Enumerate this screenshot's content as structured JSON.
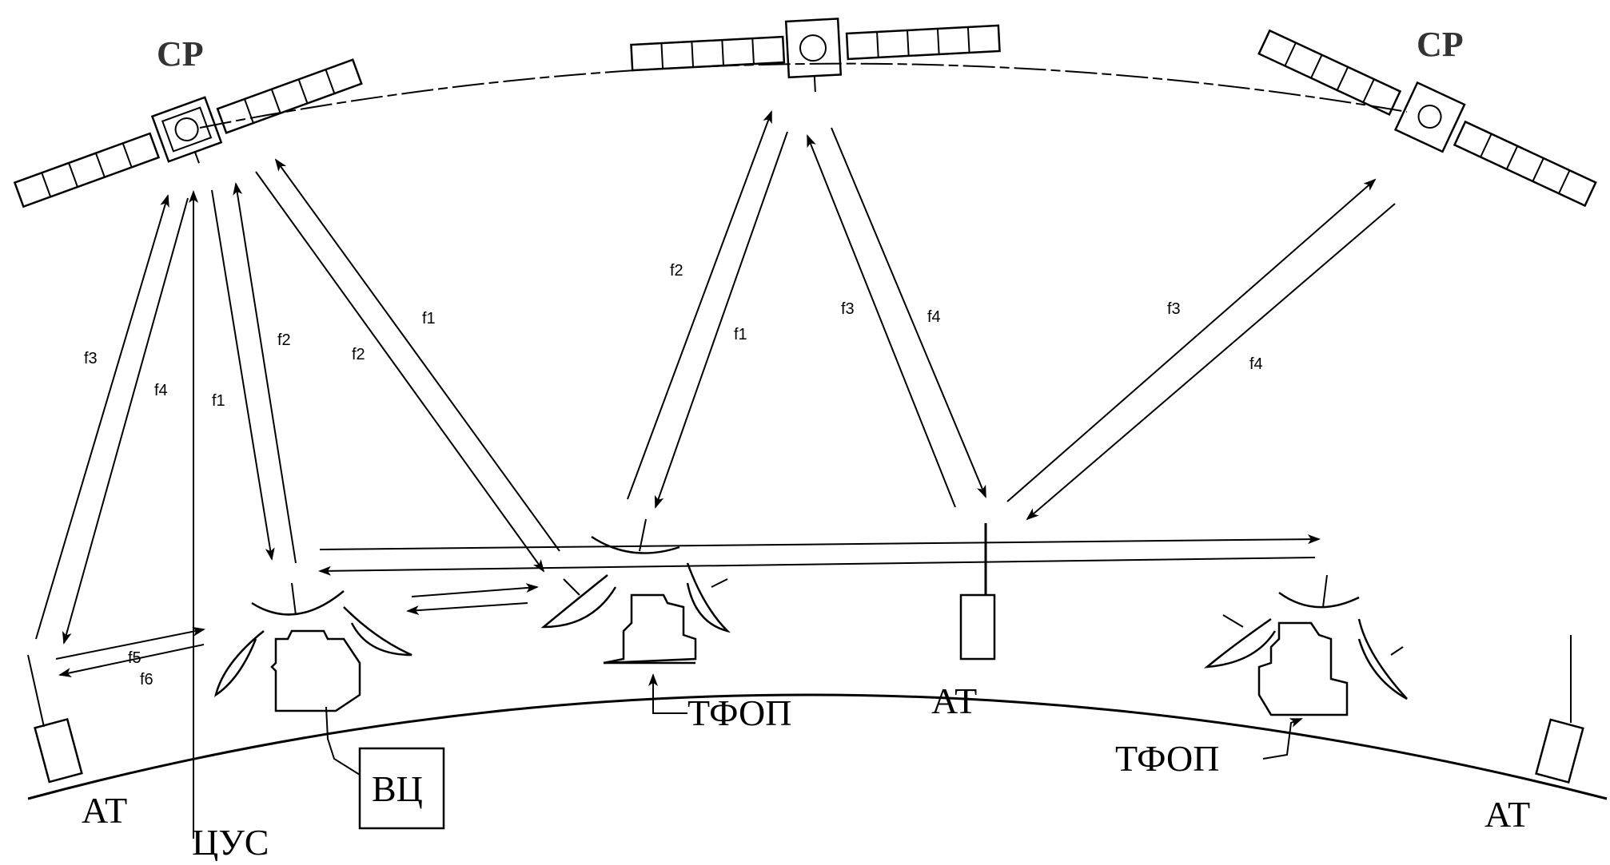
{
  "labels": {
    "sat_left": "СР",
    "sat_right": "СР",
    "at_left": "АТ",
    "at_mid": "АТ",
    "at_right": "АТ",
    "tfop_mid": "ТФОП",
    "tfop_right": "ТФОП",
    "vc": "ВЦ",
    "cus": "ЦУС"
  },
  "freq": {
    "l_f3": "f3",
    "l_f4": "f4",
    "l_f1": "f1",
    "l_f2": "f2",
    "l_f2b": "f2",
    "l_f1b": "f1",
    "m_f2": "f2",
    "m_f1": "f1",
    "m_f3": "f3",
    "m_f4": "f4",
    "r_f3": "f3",
    "r_f4": "f4",
    "g_f5": "f5",
    "g_f6": "f6"
  }
}
